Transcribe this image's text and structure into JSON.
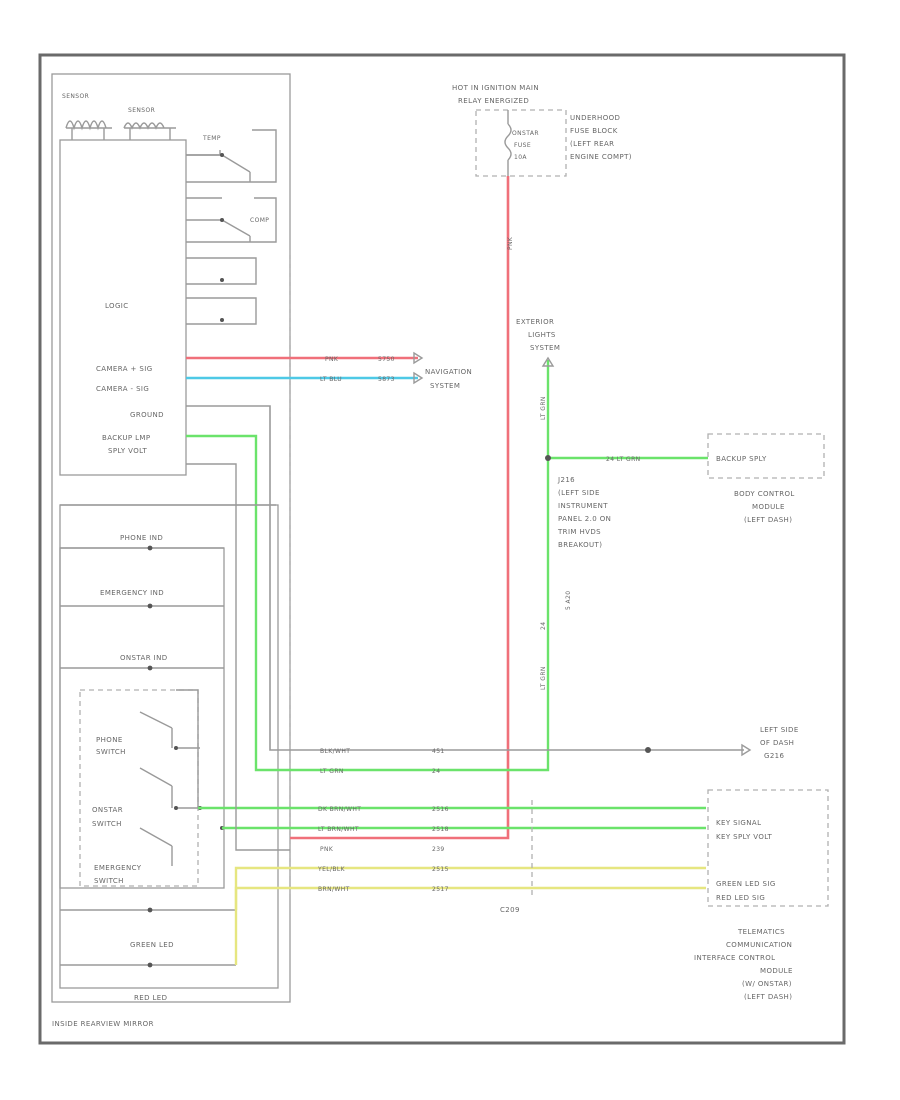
{
  "module": {
    "title": "INSIDE REARVIEW MIRROR",
    "logic": "LOGIC",
    "temp": "TEMP",
    "comp": "COMP",
    "sensor1": "SENSOR",
    "sensor2": "SENSOR",
    "camera_pos": "CAMERA + SIG",
    "camera_neg": "CAMERA - SIG",
    "ground": "GROUND",
    "backup_1": "BACKUP LMP",
    "backup_2": "SPLY VOLT",
    "phone_ind": "PHONE IND",
    "emergency_ind": "EMERGENCY IND",
    "onstar_ind": "ONSTAR IND",
    "phone_switch_1": "PHONE",
    "phone_switch_2": "SWITCH",
    "onstar_switch_1": "ONSTAR",
    "onstar_switch_2": "SWITCH",
    "emergency_switch_1": "EMERGENCY",
    "emergency_switch_2": "SWITCH",
    "green_led": "GREEN LED",
    "red_led": "RED LED"
  },
  "fuse": {
    "header_1": "HOT IN IGNITION MAIN",
    "header_2": "RELAY ENERGIZED",
    "box_1": "UNDERHOOD",
    "box_2": "FUSE BLOCK",
    "box_3": "(LEFT REAR",
    "box_4": "ENGINE COMPT)",
    "fuse_1": "ONSTAR",
    "fuse_2": "FUSE",
    "fuse_3": "10A"
  },
  "wires": {
    "red_color": "PNK",
    "red_circuit": "5750",
    "blue_color": "LT BLU",
    "blue_circuit": "5873",
    "ground_color": "BLK/WHT",
    "ground_circuit": "451",
    "green_color": "LT GRN",
    "green_circuit": "24",
    "key_color": "DK BRN/WHT",
    "key_circuit": "2516",
    "keyv_color": "LT BRN/WHT",
    "keyv_circuit": "2518",
    "pnk_color": "PNK",
    "pnk_circuit": "239",
    "yel_color": "YEL/BLK",
    "yel_circuit": "2515",
    "brn_color": "BRN/WHT",
    "brn_circuit": "2517",
    "vert_green_1": "LT GRN",
    "vert_green_2": "LT GRN",
    "vert_red": "PNK",
    "vert_green_3": "24",
    "green_h": "24   LT GRN",
    "x_label": "5 A20"
  },
  "systems": {
    "navigation_1": "NAVIGATION",
    "navigation_2": "SYSTEM",
    "exterior_1": "EXTERIOR",
    "exterior_2": "LIGHTS",
    "exterior_3": "SYSTEM",
    "splice_1": "J216",
    "splice_2": "(LEFT SIDE",
    "splice_3": "INSTRUMENT",
    "splice_4": "PANEL 2.0 ON",
    "splice_5": "TRIM HVDS",
    "splice_6": "BREAKOUT)",
    "backup_sply": "BACKUP SPLY",
    "bcm_1": "BODY CONTROL",
    "bcm_2": "MODULE",
    "bcm_3": "(LEFT DASH)",
    "ground_pt_1": "LEFT SIDE",
    "ground_pt_2": "OF DASH",
    "ground_pt_3": "G216",
    "key_signal": "KEY SIGNAL",
    "key_volt": "KEY SPLY VOLT",
    "green_led_sig": "GREEN LED SIG",
    "red_led_sig": "RED LED SIG",
    "tcim_1": "TELEMATICS",
    "tcim_2": "COMMUNICATION",
    "tcim_3": "INTERFACE CONTROL",
    "tcim_4": "MODULE",
    "tcim_5": "(W/ ONSTAR)",
    "tcim_6": "(LEFT DASH)",
    "connector": "C209"
  },
  "colors": {
    "red": "#f0707a",
    "blue": "#4ec9e6",
    "green": "#6be36b",
    "yellow": "#e6e680",
    "gray": "#9a9a9a"
  }
}
